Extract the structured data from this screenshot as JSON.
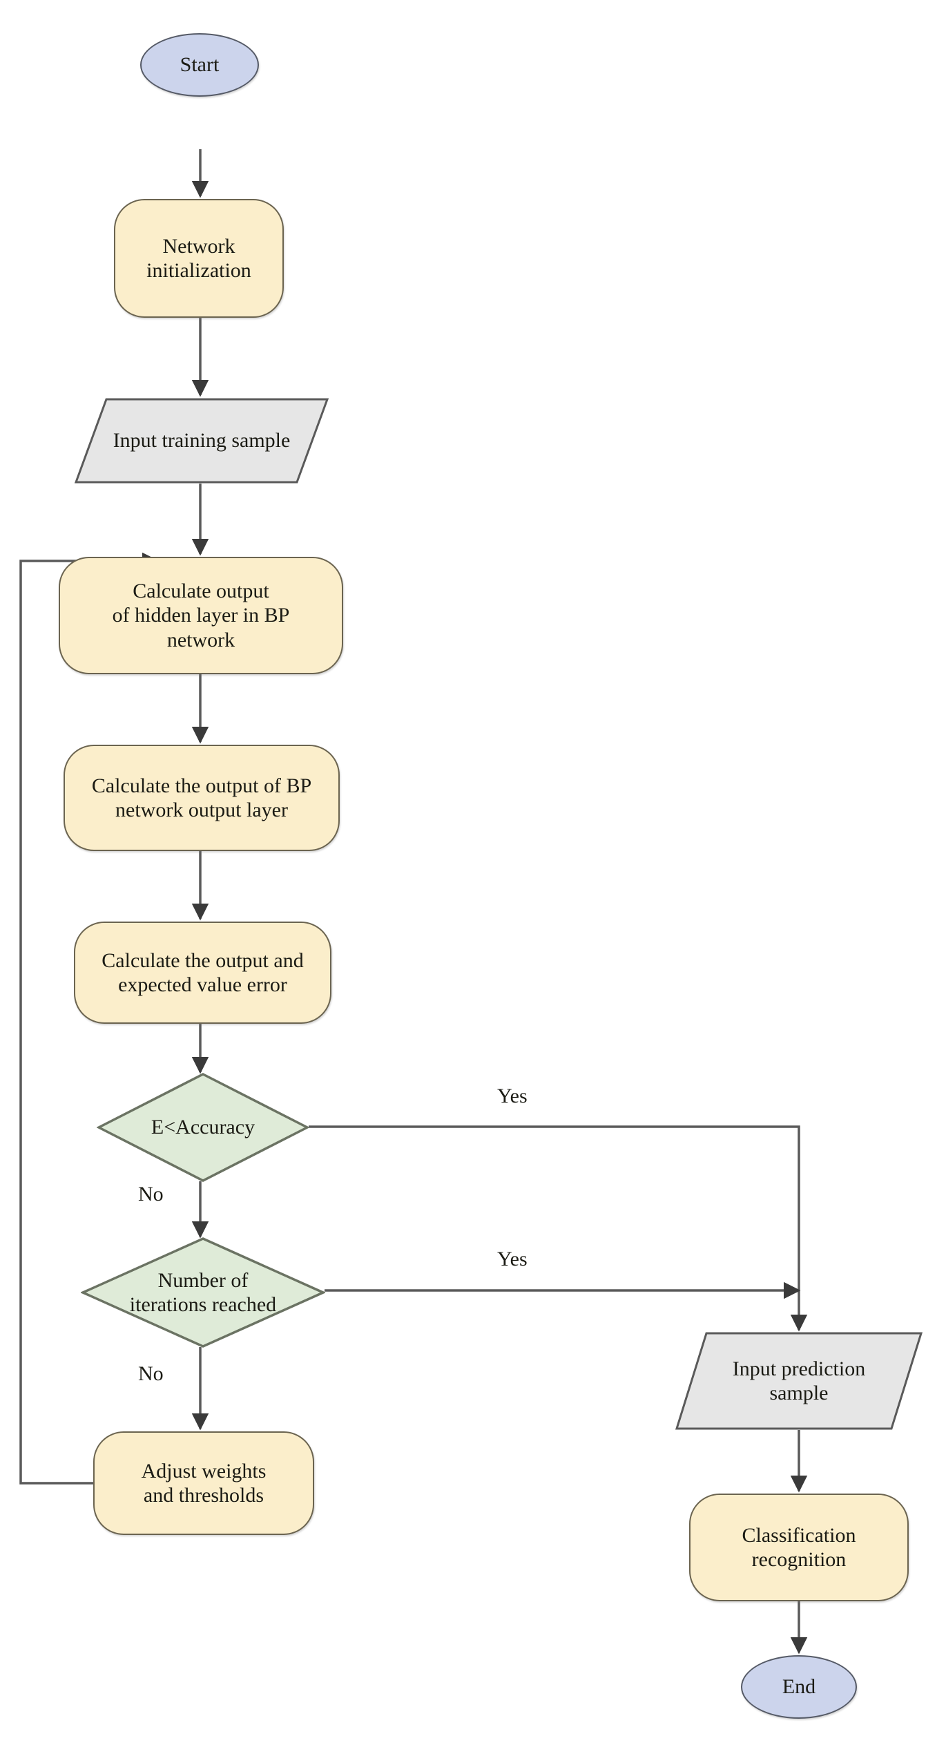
{
  "diagram": {
    "title": "BP neural network training and classification flowchart",
    "type": "flowchart",
    "colors": {
      "terminator_fill": "#ccd4ec",
      "terminator_stroke": "#555a66",
      "process_fill": "#fbeecb",
      "process_stroke": "#6b6450",
      "decision_fill": "#dfebd8",
      "decision_stroke": "#6b7363",
      "data_fill": "#e6e6e6",
      "data_stroke": "#5a5a5a",
      "connector": "#5a5a5a",
      "text": "#1b1b14",
      "background": "#ffffff"
    }
  },
  "nodes": {
    "start": {
      "label": "Start",
      "shape": "terminator"
    },
    "network_init": {
      "label": "Network\ninitialization",
      "shape": "process"
    },
    "input_training": {
      "label": "Input training sample",
      "shape": "data"
    },
    "calc_hidden": {
      "label": "Calculate output\nof hidden layer in BP\nnetwork",
      "shape": "process"
    },
    "calc_output_layer": {
      "label": "Calculate the output of BP\nnetwork output layer",
      "shape": "process"
    },
    "calc_error": {
      "label": "Calculate the output and\nexpected value error",
      "shape": "process"
    },
    "accuracy_check": {
      "label": "E<Accuracy",
      "shape": "decision"
    },
    "iterations_check": {
      "label": "Number of\niterations reached",
      "shape": "decision"
    },
    "adjust_weights": {
      "label": "Adjust weights\nand thresholds",
      "shape": "process"
    },
    "input_prediction": {
      "label": "Input prediction\nsample",
      "shape": "data"
    },
    "classification": {
      "label": "Classification\nrecognition",
      "shape": "process"
    },
    "end": {
      "label": "End",
      "shape": "terminator"
    }
  },
  "edge_labels": {
    "accuracy_yes": "Yes",
    "accuracy_no": "No",
    "iterations_yes": "Yes",
    "iterations_no": "No"
  },
  "edges": [
    {
      "from": "start",
      "to": "network_init",
      "label": ""
    },
    {
      "from": "network_init",
      "to": "input_training",
      "label": ""
    },
    {
      "from": "input_training",
      "to": "calc_hidden",
      "label": ""
    },
    {
      "from": "calc_hidden",
      "to": "calc_output_layer",
      "label": ""
    },
    {
      "from": "calc_output_layer",
      "to": "calc_error",
      "label": ""
    },
    {
      "from": "calc_error",
      "to": "accuracy_check",
      "label": ""
    },
    {
      "from": "accuracy_check",
      "to": "input_prediction",
      "label": "Yes"
    },
    {
      "from": "accuracy_check",
      "to": "iterations_check",
      "label": "No"
    },
    {
      "from": "iterations_check",
      "to": "input_prediction",
      "label": "Yes"
    },
    {
      "from": "iterations_check",
      "to": "adjust_weights",
      "label": "No"
    },
    {
      "from": "adjust_weights",
      "to": "calc_hidden",
      "label": ""
    },
    {
      "from": "input_prediction",
      "to": "classification",
      "label": ""
    },
    {
      "from": "classification",
      "to": "end",
      "label": ""
    }
  ]
}
